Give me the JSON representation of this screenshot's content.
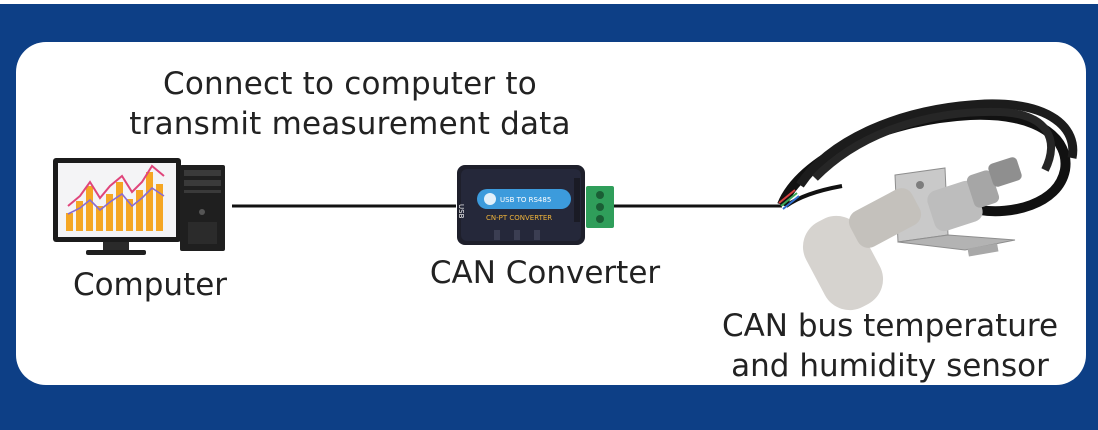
{
  "headline": {
    "line1": "Connect to computer to",
    "line2": "transmit measurement data"
  },
  "computer": {
    "label": "Computer"
  },
  "converter": {
    "label": "CAN Converter",
    "badge": "USB TO RS485",
    "model": "CN-PT  CONVERTER",
    "side_port": "USB"
  },
  "sensor": {
    "label_line1": "CAN bus temperature",
    "label_line2": "and humidity sensor"
  },
  "colors": {
    "frame": "#0d3f86",
    "panel": "#ffffff",
    "cable": "#111111",
    "bar_orange": "#f5a623",
    "terminal_green": "#2f9e5a"
  }
}
